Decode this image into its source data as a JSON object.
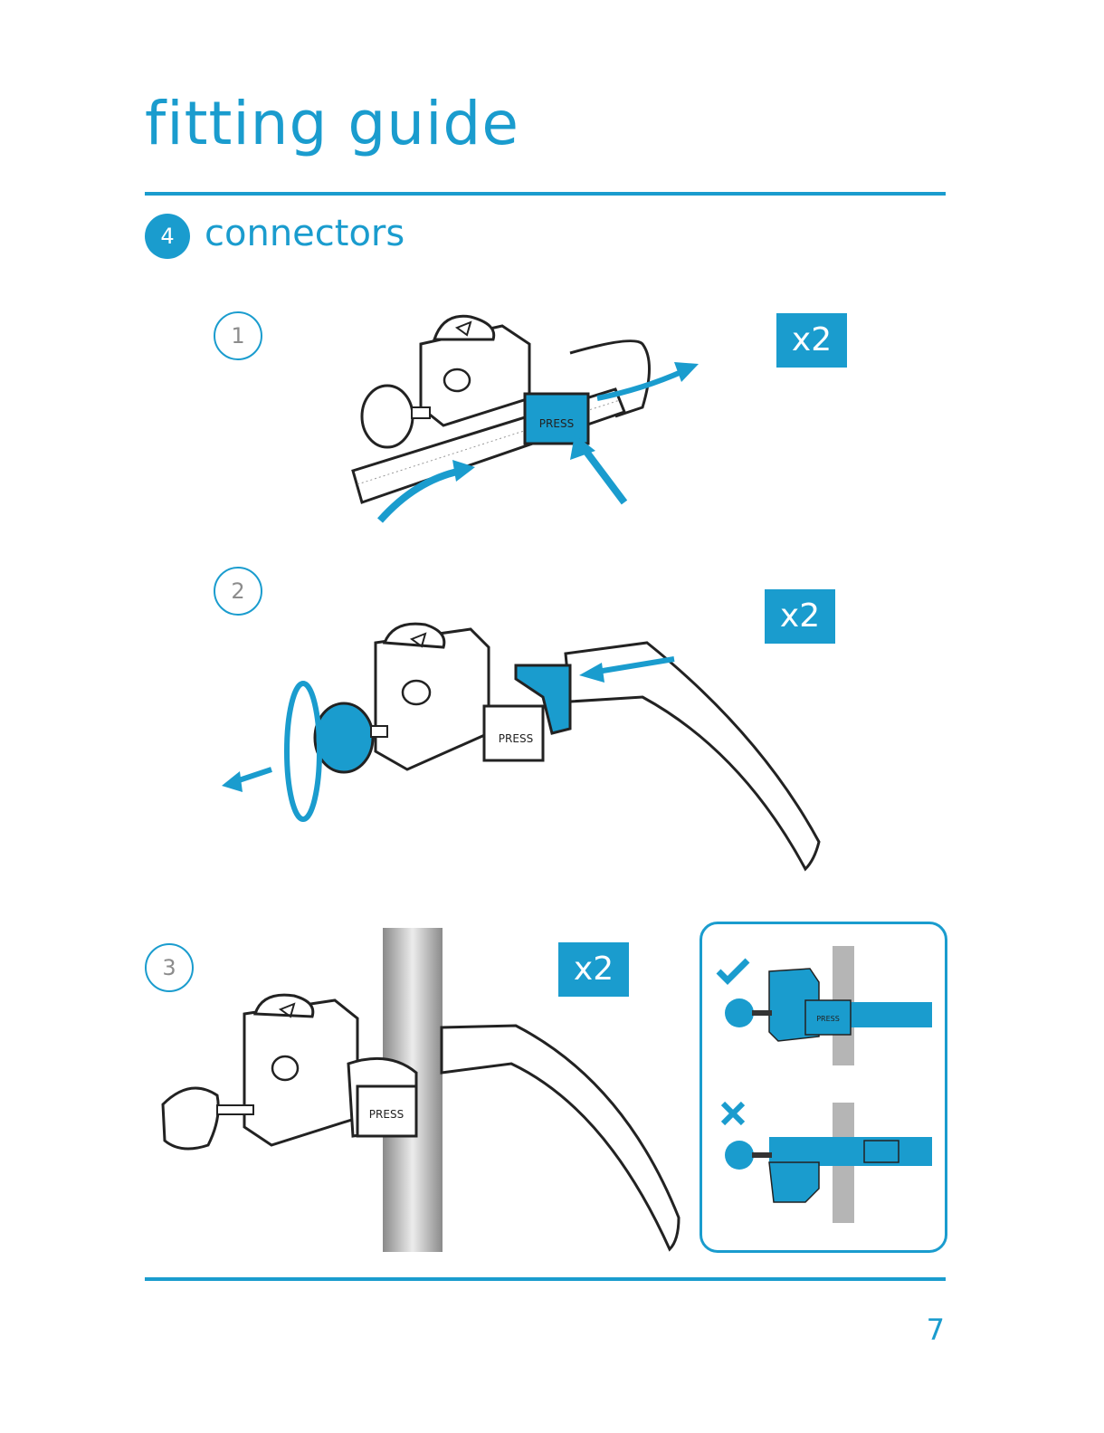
{
  "header": {
    "title": "fitting guide"
  },
  "section": {
    "number": "4",
    "title": "connectors"
  },
  "steps": [
    {
      "number": "1",
      "quantity": "x2",
      "press_label": "PRESS"
    },
    {
      "number": "2",
      "quantity": "x2",
      "press_label": "PRESS"
    },
    {
      "number": "3",
      "quantity": "x2",
      "press_label": "PRESS"
    }
  ],
  "panel": {
    "press_label": "PRESS"
  },
  "footer": {
    "page_number": "7"
  },
  "colors": {
    "accent": "#1a9cce",
    "gray": "#8c8c8c",
    "pole": "#a9a9a9"
  },
  "icons": [
    "check-icon",
    "cross-icon",
    "arrow-icon"
  ]
}
